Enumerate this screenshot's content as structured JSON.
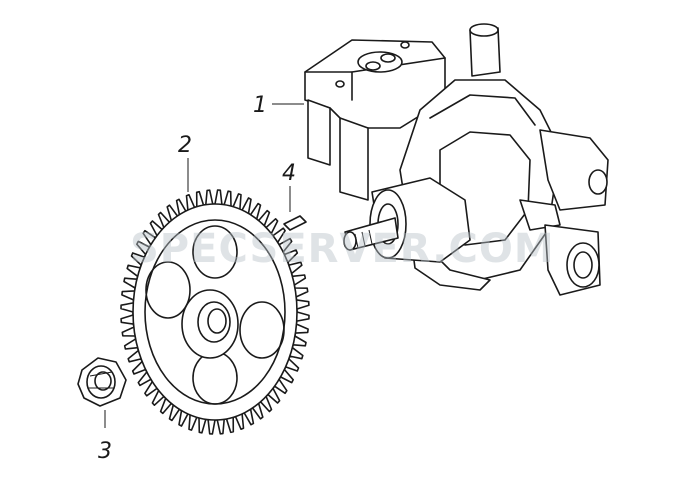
{
  "watermark": "SPECSERVER.COM",
  "callouts": [
    {
      "id": "1",
      "label": "1"
    },
    {
      "id": "2",
      "label": "2"
    },
    {
      "id": "3",
      "label": "3"
    },
    {
      "id": "4",
      "label": "4"
    }
  ],
  "parts": [
    "oil-pump",
    "drive-gear",
    "nut",
    "key"
  ],
  "gear_teeth": 56
}
